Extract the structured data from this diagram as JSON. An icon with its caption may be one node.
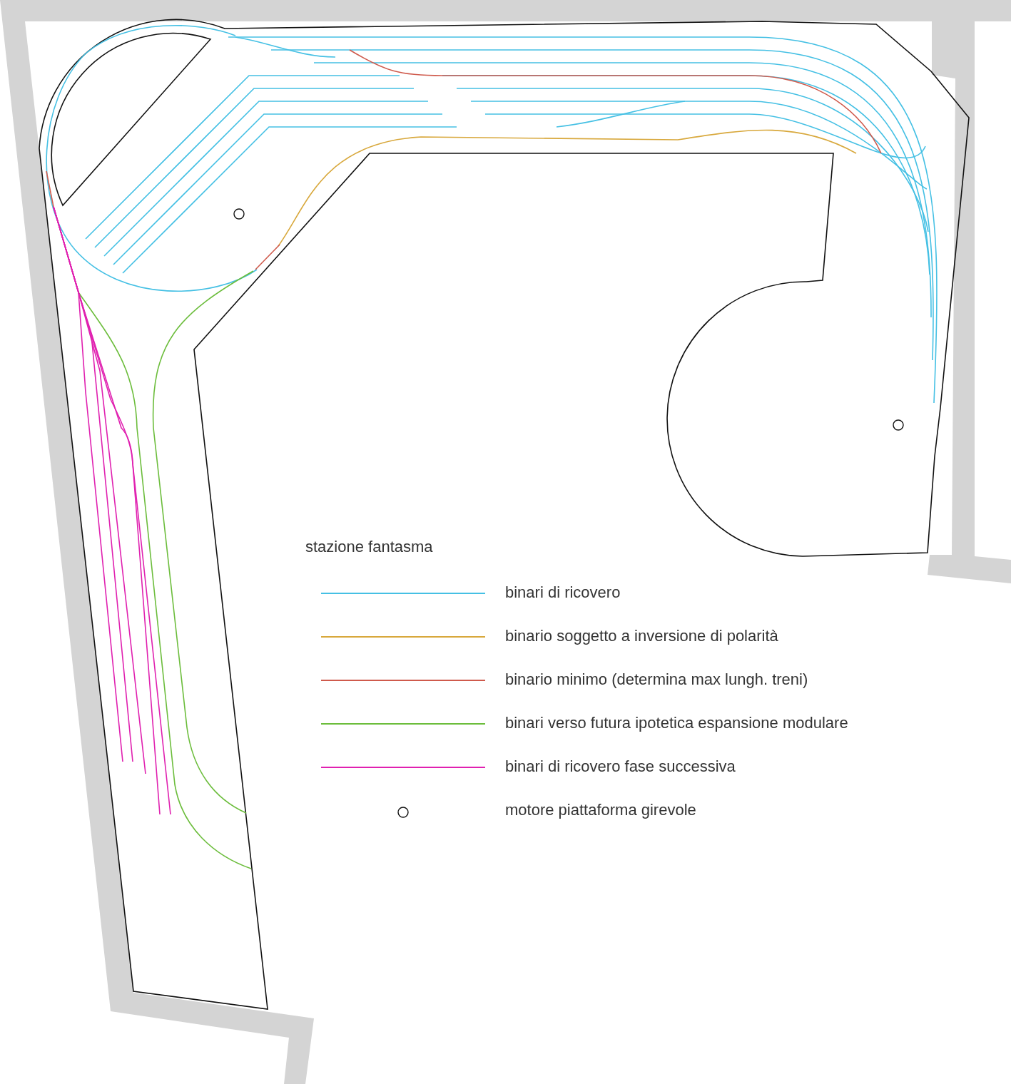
{
  "diagram": {
    "labels": [
      "stazione fantasma"
    ],
    "legend": [
      {
        "text": "binari di ricovero",
        "color": "#45c0e4"
      },
      {
        "text": "binario soggetto a inversione di polarità",
        "color": "#d8a83c"
      },
      {
        "text": "binario minimo (determina max lungh. treni)",
        "color": "#cf5a4c"
      },
      {
        "text": "binari verso futura ipotetica espansione modulare",
        "color": "#6cbd3c"
      },
      {
        "text": "binari di ricovero fase successiva",
        "color": "#e021b0"
      },
      {
        "text": "motore piattaforma girevole"
      }
    ]
  }
}
